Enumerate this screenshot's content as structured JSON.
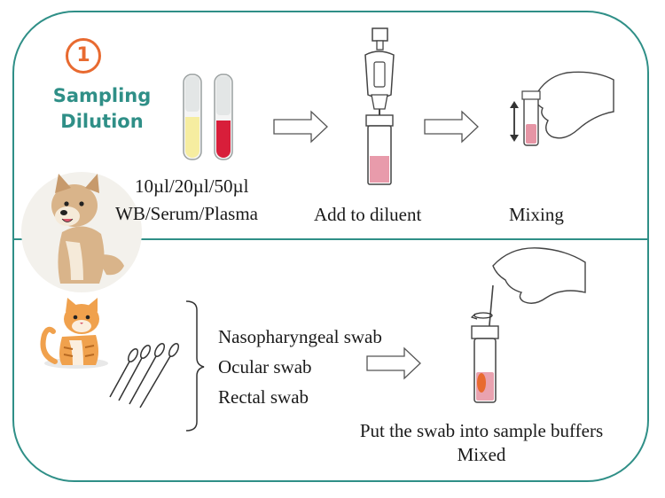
{
  "step": {
    "number": "1",
    "title_line1": "Sampling",
    "title_line2": "Dilution"
  },
  "top": {
    "volumes": "10µl/20µl/50µl",
    "sample_types": "WB/Serum/Plasma",
    "add_label": "Add to diluent",
    "mix_label": "Mixing"
  },
  "bottom": {
    "swab_types": [
      "Nasopharyngeal swab",
      "Ocular swab",
      "Rectal swab"
    ],
    "result_line1": "Put the swab into sample buffers",
    "result_line2": "Mixed"
  },
  "colors": {
    "frame": "#2f8f87",
    "accent_orange": "#e86a30",
    "serum_yellow": "#f6eda0",
    "blood_red": "#d81e3a",
    "diluted_pink": "#e07a8f"
  }
}
